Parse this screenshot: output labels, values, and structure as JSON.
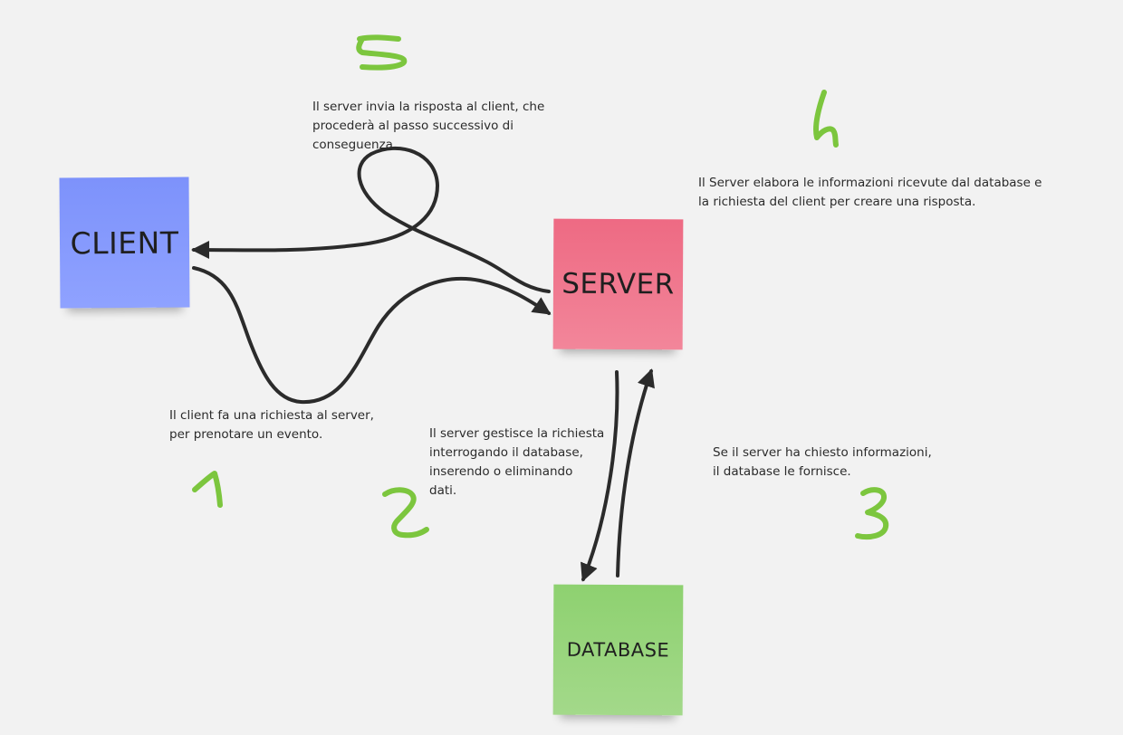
{
  "notes": {
    "client": "CLIENT",
    "server": "SERVER",
    "database": "DATABASE"
  },
  "captions": {
    "step1": "Il client fa una richiesta al server,\nper prenotare un evento.",
    "step2": "Il server gestisce la richiesta\ninterrogando il database,\ninserendo o eliminando\ndati.",
    "step3": "Se il server ha chiesto informazioni,\nil database le fornisce.",
    "step4": "Il Server elabora le informazioni ricevute dal database e\nla richiesta del client per creare una risposta.",
    "step5": "Il server invia la risposta al client, che\nprocederà al passo successivo di\nconseguenza."
  },
  "step_numbers": [
    "1",
    "2",
    "3",
    "4",
    "5"
  ],
  "colors": {
    "background": "#f2f2f2",
    "client_note": "#8a9dfd",
    "server_note": "#f07a8f",
    "database_note": "#97d47b",
    "connector": "#2b2b2b",
    "step_number": "#7cc63e"
  }
}
